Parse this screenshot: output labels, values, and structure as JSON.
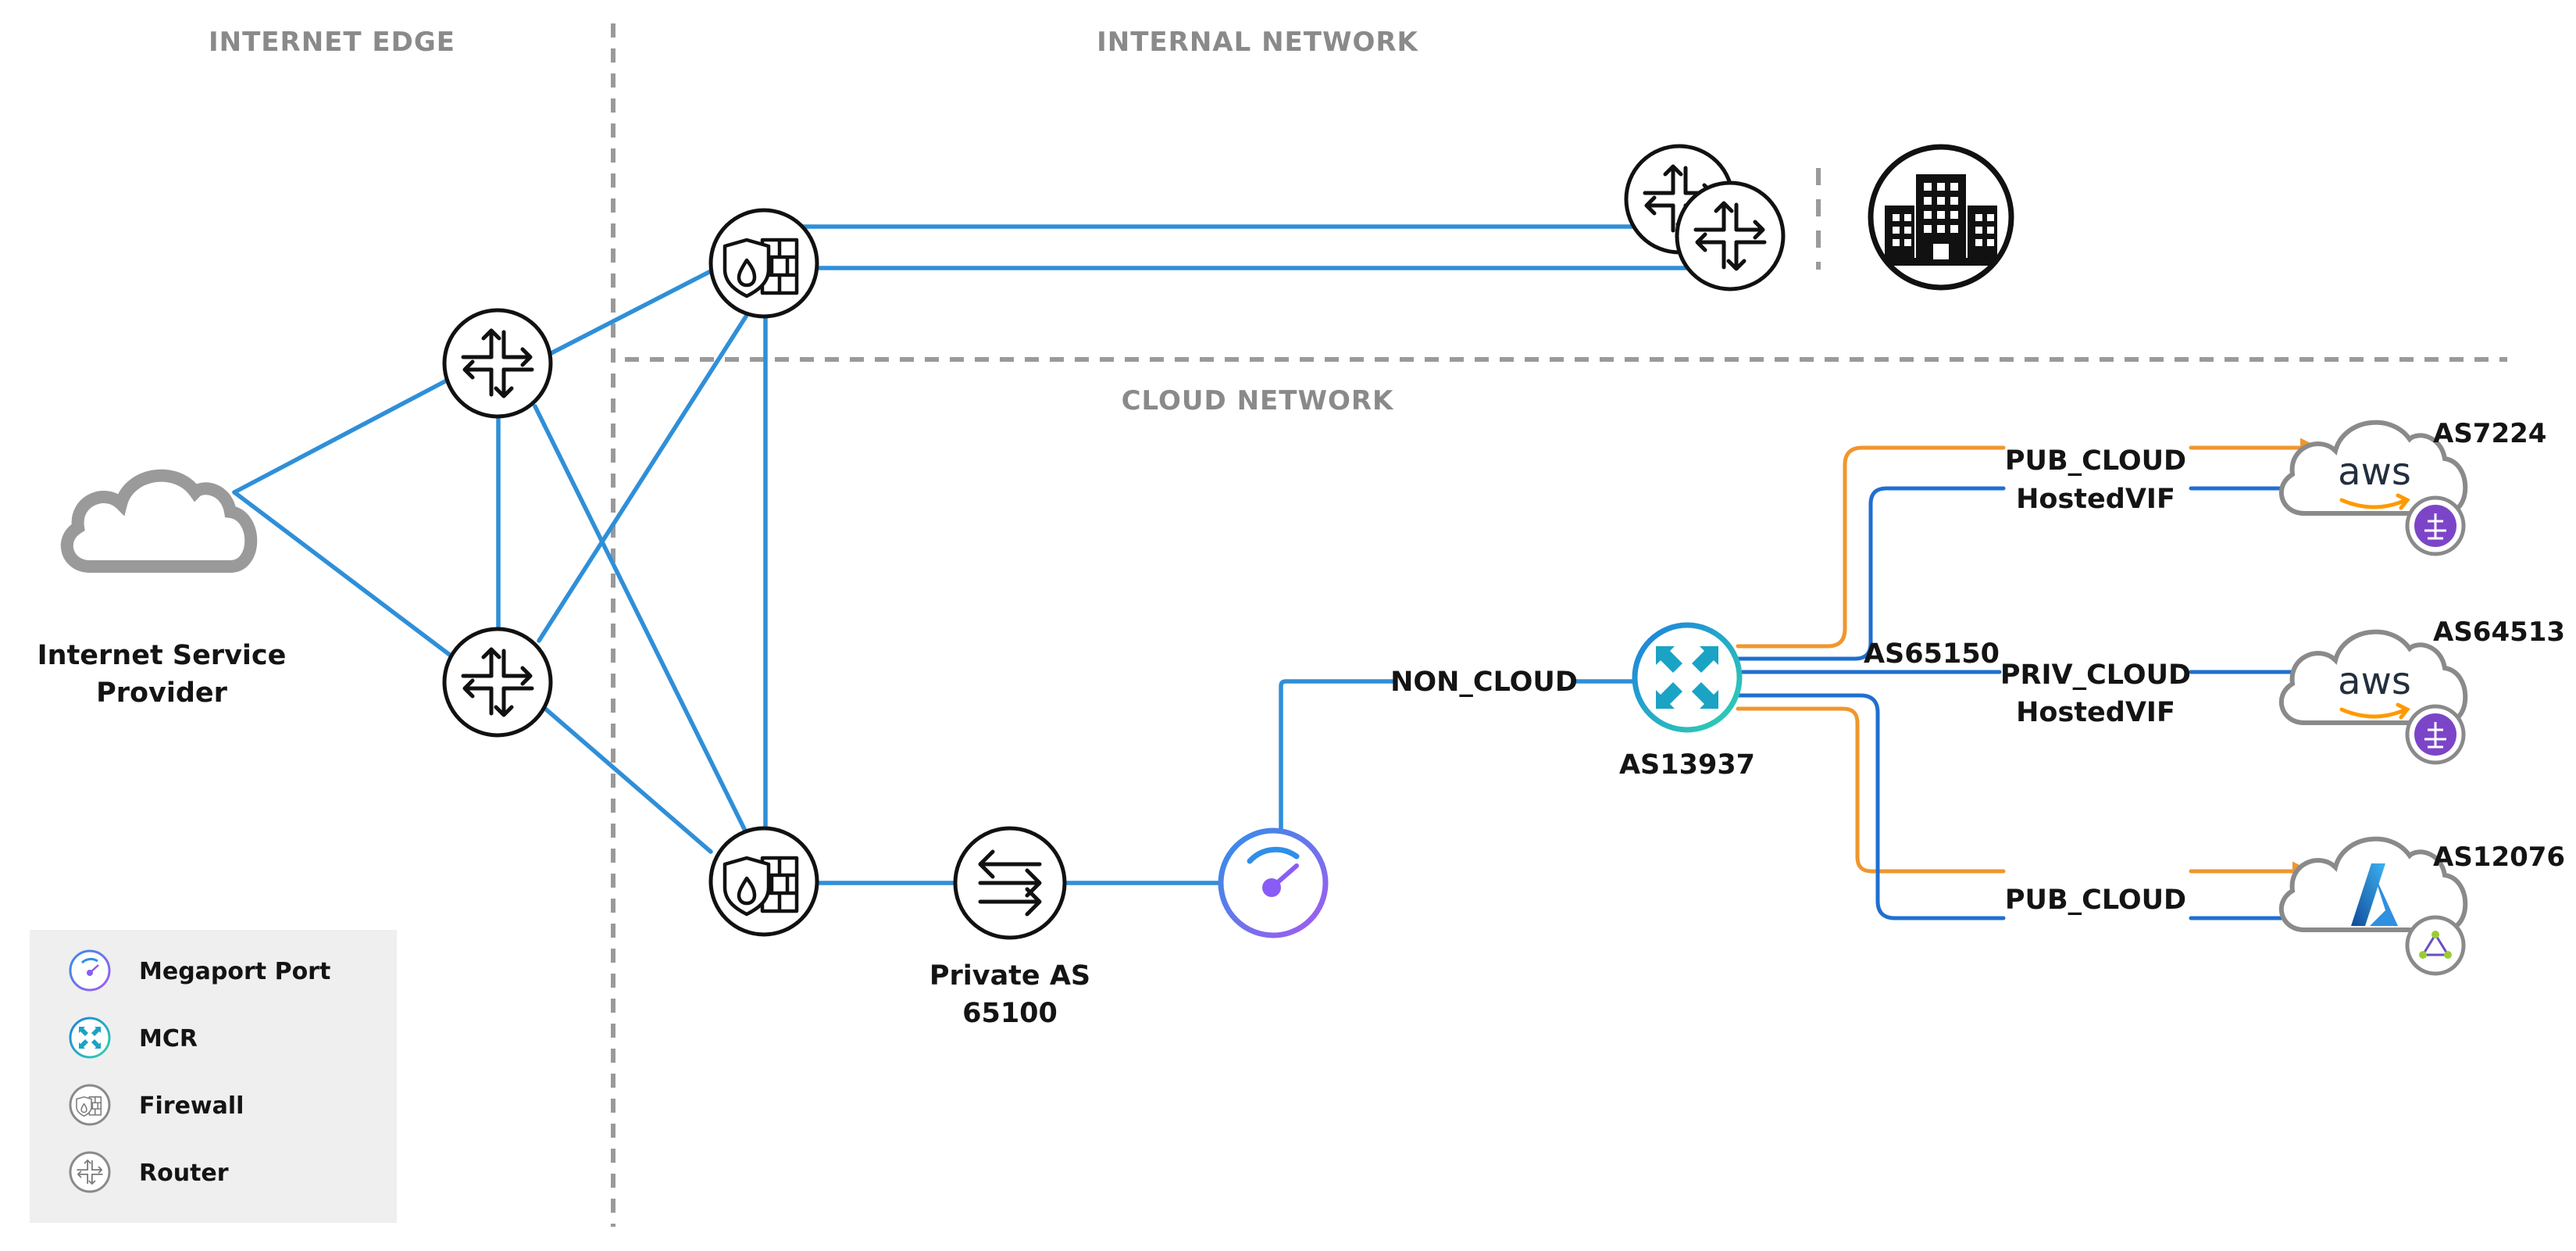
{
  "zones": {
    "internet_edge": "INTERNET EDGE",
    "internal_network": "INTERNAL NETWORK",
    "cloud_network": "CLOUD NETWORK"
  },
  "isp": {
    "line1": "Internet Service",
    "line2": "Provider"
  },
  "private_as": {
    "line1": "Private AS",
    "line2": "65100"
  },
  "mcr": {
    "asn": "AS13937",
    "asn_peer": "AS65150"
  },
  "links": {
    "non_cloud": "NON_CLOUD",
    "pub_cloud_1": "PUB_CLOUD",
    "hosted_vif_1": "HostedVIF",
    "priv_cloud": "PRIV_CLOUD",
    "hosted_vif_2": "HostedVIF",
    "pub_cloud_2": "PUB_CLOUD"
  },
  "clouds": [
    {
      "asn": "AS7224",
      "provider": "aws"
    },
    {
      "asn": "AS64513",
      "provider": "aws"
    },
    {
      "asn": "AS12076",
      "provider": "azure"
    }
  ],
  "legend": {
    "items": [
      {
        "label": "Megaport Port",
        "icon": "megaport-port-icon"
      },
      {
        "label": "MCR",
        "icon": "mcr-icon"
      },
      {
        "label": "Firewall",
        "icon": "firewall-icon"
      },
      {
        "label": "Router",
        "icon": "router-icon"
      }
    ]
  },
  "colors": {
    "link_blue": "#2f8fd8",
    "link_orange": "#f0962e",
    "divider": "#9a9a9a",
    "mcr_teal": "#1aa3c4",
    "port_purple": "#8a5cf6",
    "aws_orange": "#ff9900",
    "badge_purple": "#7c45c8",
    "azure_blue": "#1f6fd0"
  }
}
